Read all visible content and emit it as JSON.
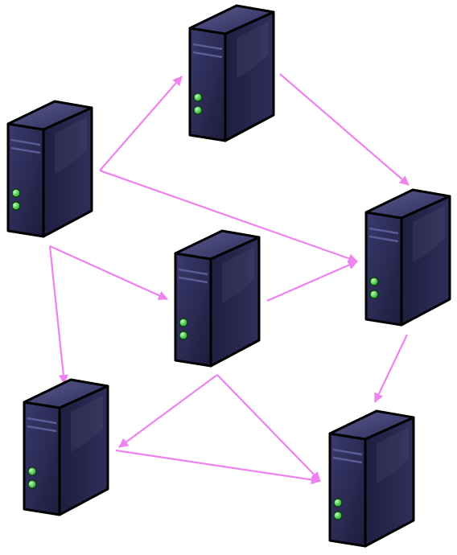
{
  "diagram": {
    "arrow_color": "#ee82ee",
    "server_body_color": "#262650",
    "server_outline_color": "#000000",
    "led_color": "#3dd13d",
    "nodes": [
      {
        "id": "top-center",
        "type": "server"
      },
      {
        "id": "top-left",
        "type": "server"
      },
      {
        "id": "middle-center",
        "type": "server"
      },
      {
        "id": "middle-right",
        "type": "server"
      },
      {
        "id": "bottom-left",
        "type": "server"
      },
      {
        "id": "bottom-right",
        "type": "server"
      }
    ],
    "edges": [
      {
        "from": "top-left",
        "to": "top-center"
      },
      {
        "from": "top-left",
        "to": "middle-right"
      },
      {
        "from": "top-left",
        "to": "middle-center"
      },
      {
        "from": "top-left",
        "to": "bottom-left"
      },
      {
        "from": "top-center",
        "to": "middle-right"
      },
      {
        "from": "middle-center",
        "to": "middle-right"
      },
      {
        "from": "middle-center",
        "to": "bottom-left"
      },
      {
        "from": "middle-center",
        "to": "bottom-right"
      },
      {
        "from": "bottom-left",
        "to": "bottom-right"
      },
      {
        "from": "middle-right",
        "to": "bottom-right"
      }
    ]
  }
}
